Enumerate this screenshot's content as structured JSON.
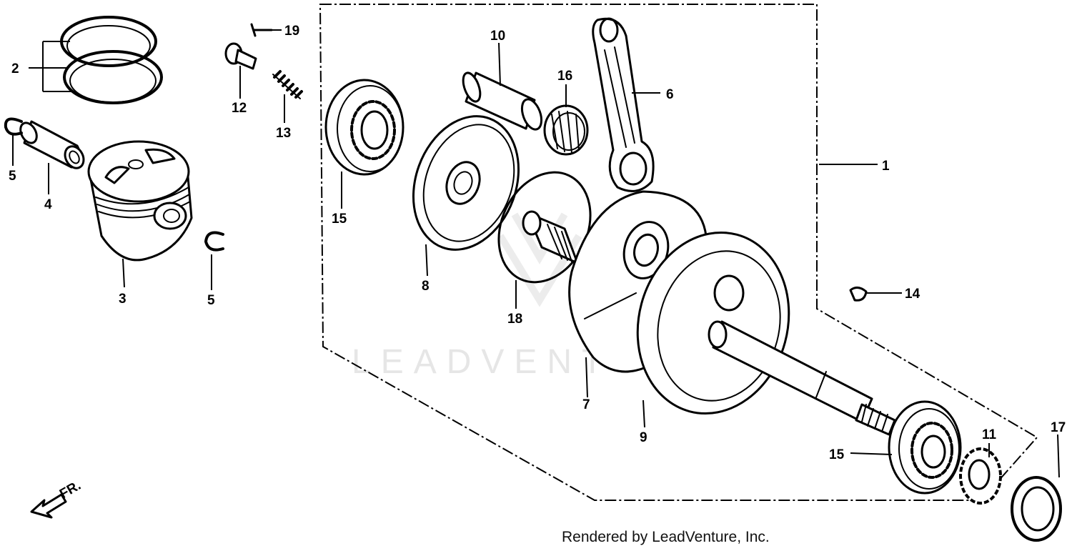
{
  "watermark": "LEADVENTURE",
  "footer": "Rendered by LeadVenture, Inc.",
  "direction_label": "FR.",
  "callouts": [
    "1",
    "2",
    "3",
    "4",
    "5",
    "5",
    "6",
    "7",
    "8",
    "9",
    "10",
    "11",
    "12",
    "13",
    "14",
    "15",
    "15",
    "16",
    "17",
    "18",
    "19"
  ]
}
